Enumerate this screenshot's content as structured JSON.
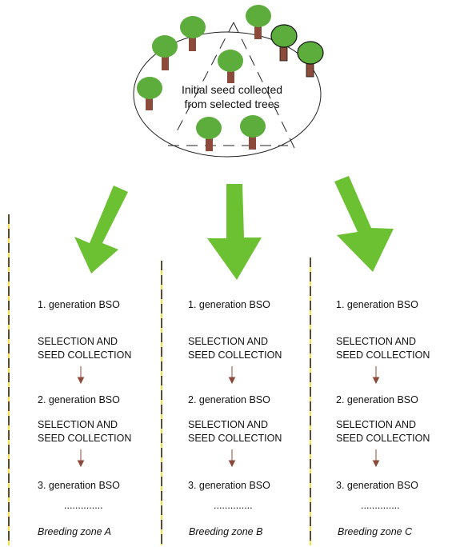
{
  "caption": {
    "line1": "Initial seed collected",
    "line2": "from selected trees"
  },
  "zones": [
    {
      "gen1": "1. generation BSO",
      "step1_line1": "SELECTION AND",
      "step1_line2": "SEED COLLECTION",
      "gen2": "2. generation BSO",
      "step2_line1": "SELECTION AND",
      "step2_line2": "SEED COLLECTION",
      "gen3": "3. generation BSO",
      "ellipsis": "..............",
      "name": "Breeding zone A"
    },
    {
      "gen1": "1. generation BSO",
      "step1_line1": "SELECTION AND",
      "step1_line2": "SEED COLLECTION",
      "gen2": "2. generation BSO",
      "step2_line1": "SELECTION AND",
      "step2_line2": "SEED COLLECTION",
      "gen3": "3. generation BSO",
      "ellipsis": "..............",
      "name": "Breeding zone B"
    },
    {
      "gen1": "1. generation BSO",
      "step1_line1": "SELECTION AND",
      "step1_line2": "SEED COLLECTION",
      "gen2": "2. generation BSO",
      "step2_line1": "SELECTION AND",
      "step2_line2": "SEED COLLECTION",
      "gen3": "3. generation BSO",
      "ellipsis": "..............",
      "name": "Breeding zone C"
    }
  ],
  "colors": {
    "tree_crown": "#5cad3c",
    "tree_trunk": "#8b4a3a",
    "big_arrow": "#6cc133",
    "small_arrow": "#8b4a3a",
    "divider_dark": "#5a4a2e",
    "divider_light": "#f0e04a"
  }
}
